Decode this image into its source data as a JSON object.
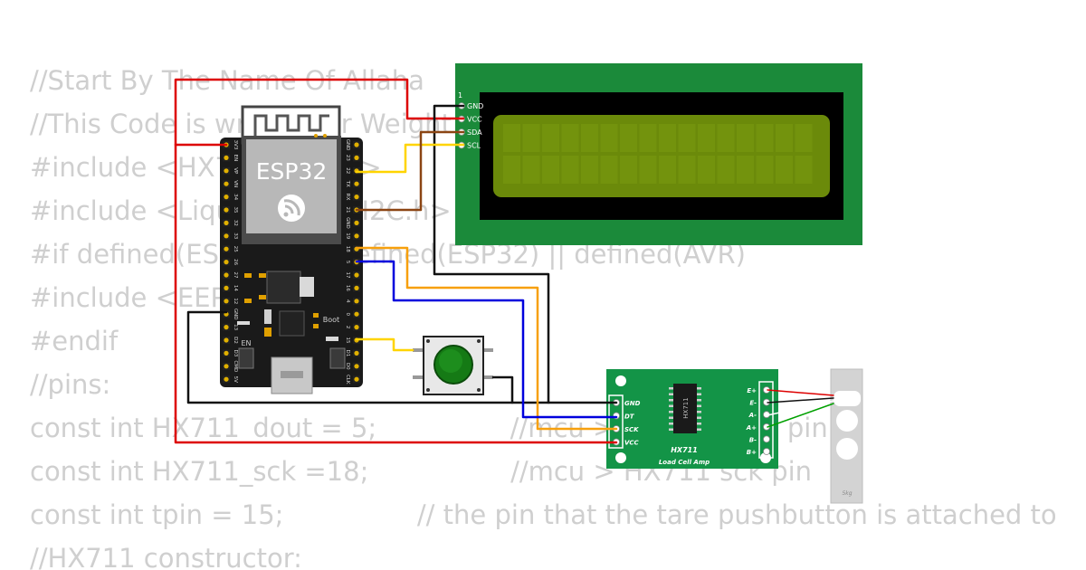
{
  "code_lines": [
    "//Start By The Name Of Allaha",
    "//This Code is written for Weight Scale",
    "#include <HX711_ADC.h>",
    "#include <LiquidCrystal_I2C.h>",
    "#if defined(ESP8266)|| defined(ESP32) || defined(AVR)",
    "#include <EEPROM.h>",
    "#endif",
    "//pins:",
    "const int HX711_dout = 5;                //mcu > HX711 dout pin",
    "const int HX711_sck =18;                 //mcu > HX711 sck pin",
    "const int tpin = 15;                // the pin that the tare pushbutton is attached to",
    "//HX711 constructor:"
  ],
  "esp32": {
    "label": "ESP32",
    "left_pins": [
      "3V3",
      "EN",
      "VP",
      "VN",
      "34",
      "35",
      "32",
      "33",
      "25",
      "26",
      "27",
      "14",
      "12",
      "GND",
      "13",
      "D2",
      "D3",
      "CMD",
      "5V"
    ],
    "right_pins": [
      "GND",
      "23",
      "22",
      "TX",
      "RX",
      "21",
      "GND",
      "19",
      "18",
      "5",
      "17",
      "16",
      "4",
      "0",
      "2",
      "15",
      "D1",
      "D0",
      "CLK"
    ],
    "en_label": "EN",
    "boot_label": "Boot"
  },
  "lcd": {
    "pin1_label": "1",
    "pins": [
      "GND",
      "VCC",
      "SDA",
      "SCL"
    ]
  },
  "hx711": {
    "left_pins": [
      "GND",
      "DT",
      "SCK",
      "VCC"
    ],
    "right_pins": [
      "E+",
      "E-",
      "A-",
      "A+",
      "B-",
      "B+"
    ],
    "chip_label": "HX711",
    "title": "HX711",
    "subtitle": "Load Cell Amp"
  },
  "load_cell": {
    "label": "5kg"
  },
  "colors": {
    "board": "#1a1a1a",
    "lcd_pcb": "#1b8a3a",
    "lcd_screen": "#6b8a0a",
    "hx711_pcb": "#139447",
    "wire_red": "#dd0000",
    "wire_black": "#111111",
    "wire_yellow": "#ffd400",
    "wire_brown": "#8b4513",
    "wire_orange": "#f7a00d",
    "wire_blue": "#0000dd",
    "wire_green": "#00a000",
    "code_text": "#cfcfcf"
  }
}
